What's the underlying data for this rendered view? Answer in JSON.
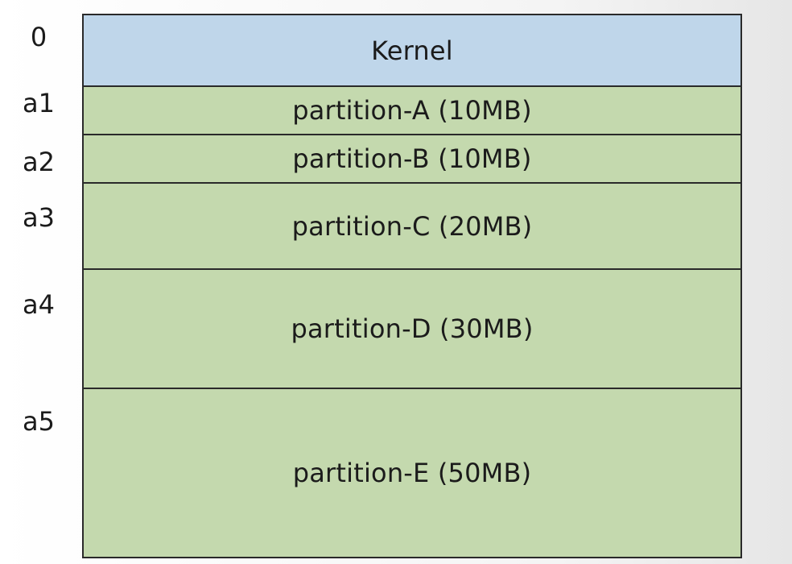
{
  "addresses": [
    "0",
    "a1",
    "a2",
    "a3",
    "a4",
    "a5"
  ],
  "blocks": [
    {
      "label": "Kernel",
      "kind": "kernel"
    },
    {
      "label": "partition-A (10MB)",
      "kind": "partition"
    },
    {
      "label": "partition-B (10MB)",
      "kind": "partition"
    },
    {
      "label": "partition-C (20MB)",
      "kind": "partition"
    },
    {
      "label": "partition-D (30MB)",
      "kind": "partition"
    },
    {
      "label": "partition-E (50MB)",
      "kind": "partition"
    }
  ],
  "colors": {
    "kernel": "#bfd6ea",
    "partition": "#c4d9ae",
    "border": "#2a2a2a"
  }
}
